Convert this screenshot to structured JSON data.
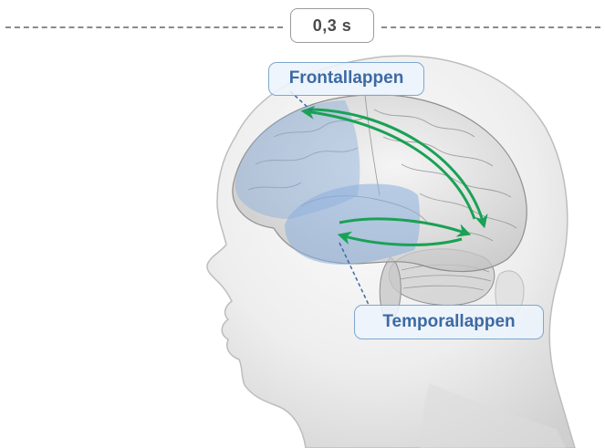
{
  "timeline": {
    "time_label": "0,3 s"
  },
  "labels": {
    "frontal": "Frontallappen",
    "temporal": "Temporallappen"
  },
  "colors": {
    "region_highlight": "#8aaedc",
    "label_text": "#3d6aa3",
    "label_border": "#7fa7cf",
    "arrow": "#1aa155",
    "timeline_dash": "#8a8a8a"
  }
}
